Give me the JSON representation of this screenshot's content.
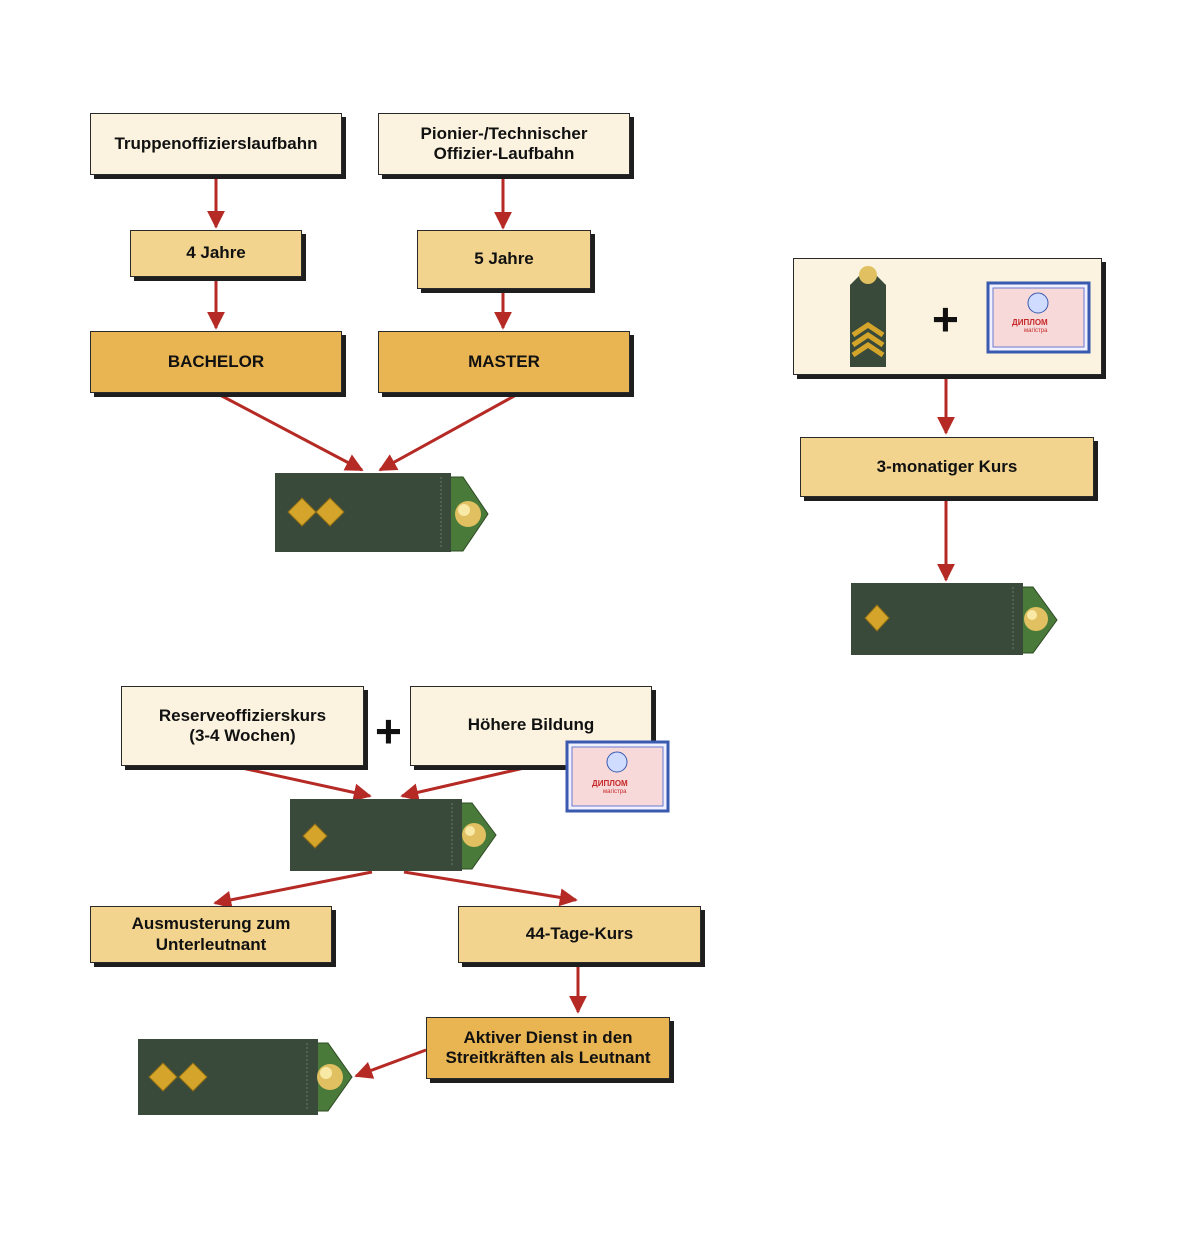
{
  "boxes": {
    "truppen": "Truppenoffizierslaufbahn",
    "pionier": "Pionier-/Technischer\nOffizier-Laufbahn",
    "jahre4": "4 Jahre",
    "jahre5": "5 Jahre",
    "bachelor": "BACHELOR",
    "master": "MASTER",
    "kurs3": "3-monatiger Kurs",
    "reserve": "Reserveoffizierskurs\n(3-4 Wochen)",
    "bildung": "Höhere Bildung",
    "ausmusterung": "Ausmusterung zum\nUnterleutnant",
    "kurs44": "44-Tage-Kurs",
    "aktiv": "Aktiver Dienst in den\nStreitkräften als Leutnant"
  },
  "plus_sign": "+",
  "diploma": {
    "title": "ДИПЛОМ",
    "subtitle": "магістра"
  },
  "colors": {
    "arrow": "#b52a25",
    "epaulette": "#3a4a3a",
    "epaulette_tab": "#4a7a3a",
    "star": "#d4a52a",
    "box_light": "#fbf3df",
    "box_mid": "#f2d48f",
    "box_dark": "#e8b552"
  }
}
